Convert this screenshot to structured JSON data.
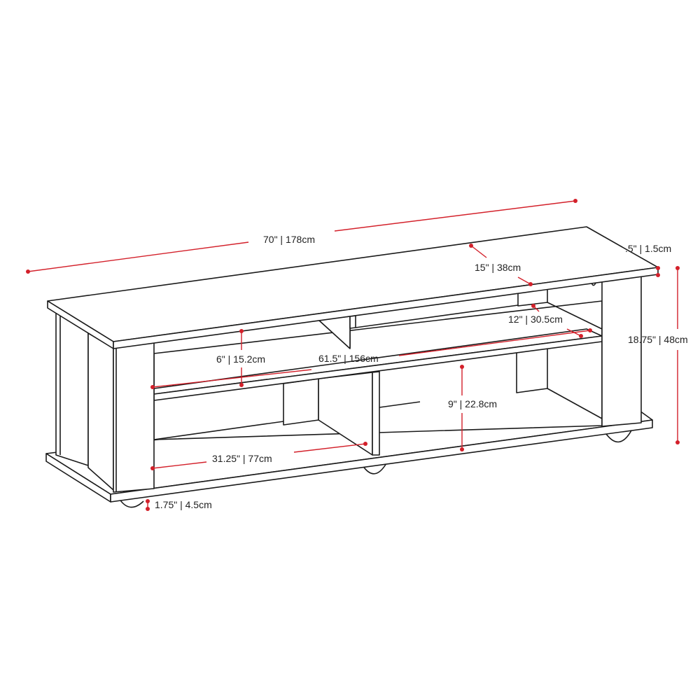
{
  "dimensions": {
    "width": "70\" | 178cm",
    "top_thickness": ".5\" | 1.5cm",
    "top_depth": "15\" | 38cm",
    "shelf_depth": "12\" | 30.5cm",
    "height": "18.75\" | 48cm",
    "upper_opening": "6\" | 15.2cm",
    "shelf_width": "61.5\" | 156cm",
    "lower_opening": "9\" | 22.8cm",
    "compartment_width": "31.25\" | 77cm",
    "leg_height": "1.75\" | 4.5cm"
  },
  "colors": {
    "dimension_lines": "#d3202a",
    "outline": "#1a1a1a"
  }
}
